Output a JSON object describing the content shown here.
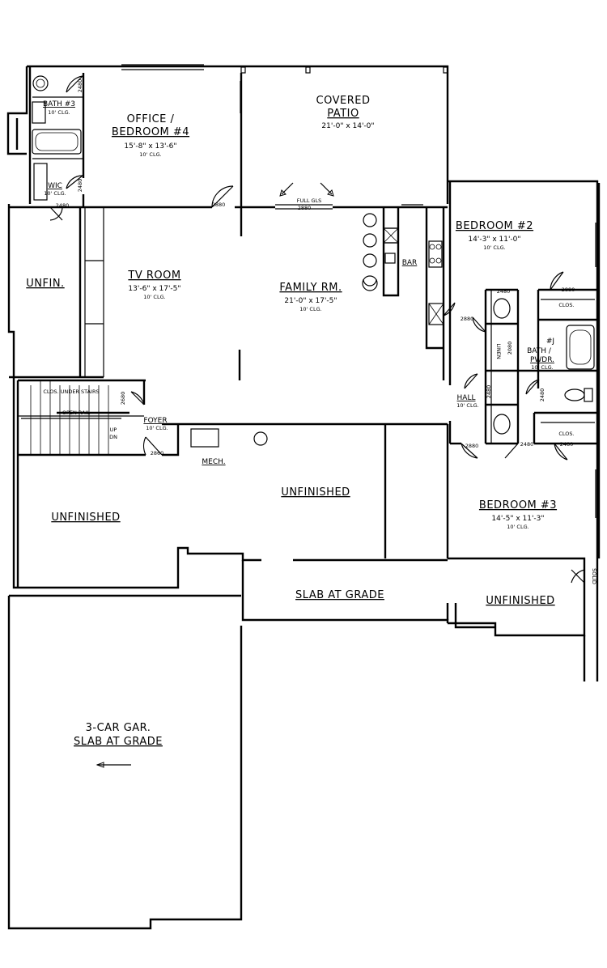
{
  "plan": {
    "rooms": {
      "office": {
        "name1": "OFFICE /",
        "name2": "BEDROOM #4",
        "size": "15'-8\" x 13'-6\"",
        "ceiling": "10' CLG."
      },
      "covered_patio": {
        "name1": "COVERED",
        "name2": "PATIO",
        "size": "21'-0\" x 14'-0\""
      },
      "bath3": {
        "name": "BATH #3",
        "ceiling": "10' CLG."
      },
      "wic": {
        "name": "WIC",
        "ceiling": "10' CLG."
      },
      "unfin_small": {
        "name": "UNFIN."
      },
      "tv_room": {
        "name": "TV ROOM",
        "size": "13'-6\" x 17'-5\"",
        "ceiling": "10' CLG."
      },
      "family_rm": {
        "name": "FAMILY RM.",
        "size": "21'-0\" x 17'-5\"",
        "ceiling": "10' CLG."
      },
      "bar": {
        "name": "BAR"
      },
      "bedroom2": {
        "name": "BEDROOM #2",
        "size": "14'-3\" x 11'-0\"",
        "ceiling": "10' CLG."
      },
      "bath_pwdr": {
        "name1": "BATH /",
        "name2": "PWDR.",
        "ceiling": "10' CLG.",
        "tag": "#J"
      },
      "hall": {
        "name": "HALL",
        "ceiling": "10' CLG."
      },
      "foyer": {
        "name": "FOYER",
        "ceiling": "10' CLG."
      },
      "mech": {
        "name": "MECH."
      },
      "unfinished_center": {
        "name": "UNFINISHED"
      },
      "unfinished_left": {
        "name": "UNFINISHED"
      },
      "bedroom3": {
        "name": "BEDROOM #3",
        "size": "14'-5\" x 11'-3\"",
        "ceiling": "10' CLG."
      },
      "unfinished_right": {
        "name": "UNFINISHED"
      },
      "slab_at_grade": {
        "name": "SLAB AT GRADE"
      },
      "garage": {
        "name1": "3-CAR GAR.",
        "name2": "SLAB AT GRADE"
      }
    },
    "notes": {
      "clos_under_stairs": "CLOS. UNDER STAIRS",
      "open_rail": "OPEN RAIL",
      "up": "UP",
      "dn": "DN",
      "full_gls": "FULL GLS",
      "clos": "CLOS.",
      "linen": "LINEN",
      "solid": "SOLID"
    },
    "doors": {
      "d2480": "2480",
      "d2880": "2880",
      "d2680": "2680",
      "d2080": "2080",
      "d2860": "2860"
    }
  }
}
